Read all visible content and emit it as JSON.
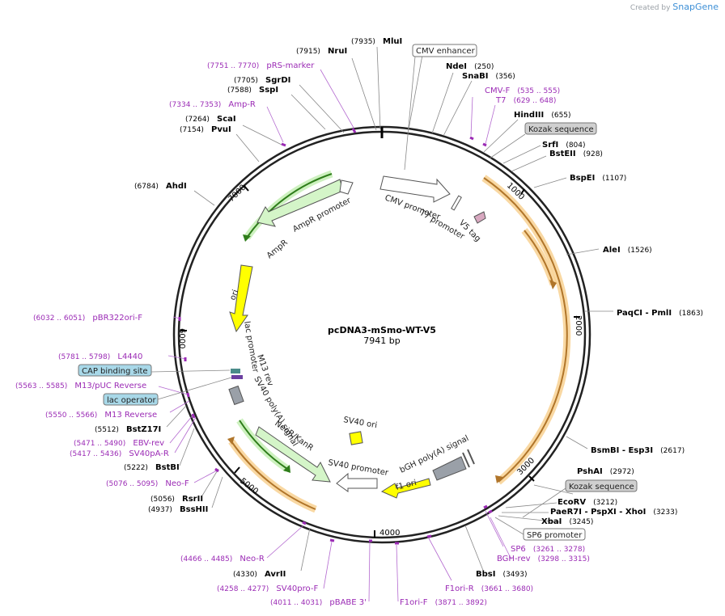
{
  "credit": {
    "prefix": "Created by",
    "brand": "SnapGene"
  },
  "plasmid": {
    "name": "pcDNA3-mSmo-WT-V5",
    "size_label": "7941 bp",
    "length": 7941
  },
  "ticks": [
    "1000",
    "2000",
    "3000",
    "4000",
    "5000",
    "6000",
    "7000"
  ],
  "enzymes": [
    {
      "name": "MluI",
      "pos": "(7935)"
    },
    {
      "name": "NruI",
      "pos": "(7915)"
    },
    {
      "name": "SgrDI",
      "pos": "(7705)"
    },
    {
      "name": "SspI",
      "pos": "(7588)"
    },
    {
      "name": "ScaI",
      "pos": "(7264)"
    },
    {
      "name": "PvuI",
      "pos": "(7154)"
    },
    {
      "name": "AhdI",
      "pos": "(6784)"
    },
    {
      "name": "NdeI",
      "pos": "(250)"
    },
    {
      "name": "SnaBI",
      "pos": "(356)"
    },
    {
      "name": "HindIII",
      "pos": "(655)"
    },
    {
      "name": "SrfI",
      "pos": "(804)"
    },
    {
      "name": "BstEII",
      "pos": "(928)"
    },
    {
      "name": "BspEI",
      "pos": "(1107)"
    },
    {
      "name": "AleI",
      "pos": "(1526)"
    },
    {
      "name": "PaqCI - PmlI",
      "pos": "(1863)"
    },
    {
      "name": "BsmBI - Esp3I",
      "pos": "(2617)"
    },
    {
      "name": "PshAI",
      "pos": "(2972)"
    },
    {
      "name": "EcoRV",
      "pos": "(3212)"
    },
    {
      "name": "PaeR7I - PspXI - XhoI",
      "pos": "(3233)"
    },
    {
      "name": "XbaI",
      "pos": "(3245)"
    },
    {
      "name": "BbsI",
      "pos": "(3493)"
    },
    {
      "name": "AvrII",
      "pos": "(4330)"
    },
    {
      "name": "BssHII",
      "pos": "(4937)"
    },
    {
      "name": "RsrII",
      "pos": "(5056)"
    },
    {
      "name": "BstBI",
      "pos": "(5222)"
    },
    {
      "name": "BstZ17I",
      "pos": "(5512)"
    }
  ],
  "primers": [
    {
      "name": "pRS-marker",
      "pos": "(7751 .. 7770)"
    },
    {
      "name": "Amp-R",
      "pos": "(7334 .. 7353)"
    },
    {
      "name": "CMV-F",
      "pos": "(535 .. 555)"
    },
    {
      "name": "T7",
      "pos": "(629 .. 648)"
    },
    {
      "name": "pBR322ori-F",
      "pos": "(6032 .. 6051)"
    },
    {
      "name": "L4440",
      "pos": "(5781 .. 5798)"
    },
    {
      "name": "M13/pUC Reverse",
      "pos": "(5563 .. 5585)"
    },
    {
      "name": "M13 Reverse",
      "pos": "(5550 .. 5566)"
    },
    {
      "name": "EBV-rev",
      "pos": "(5471 .. 5490)"
    },
    {
      "name": "SV40pA-R",
      "pos": "(5417 .. 5436)"
    },
    {
      "name": "Neo-F",
      "pos": "(5076 .. 5095)"
    },
    {
      "name": "Neo-R",
      "pos": "(4466 .. 4485)"
    },
    {
      "name": "SV40pro-F",
      "pos": "(4258 .. 4277)"
    },
    {
      "name": "pBABE 3'",
      "pos": "(4011 .. 4031)"
    },
    {
      "name": "F1ori-F",
      "pos": "(3871 .. 3892)"
    },
    {
      "name": "F1ori-R",
      "pos": "(3661 .. 3680)"
    },
    {
      "name": "SP6",
      "pos": "(3261 .. 3278)"
    },
    {
      "name": "BGH-rev",
      "pos": "(3298 .. 3315)"
    }
  ],
  "boxed_labels": [
    "CMV enhancer",
    "Kozak sequence",
    "Kozak sequence",
    "SP6 promoter",
    "CAP binding site",
    "lac operator"
  ],
  "features": [
    "CMV promoter",
    "T7 promoter",
    "V5 tag",
    "AmpR promoter",
    "AmpR",
    "ori",
    "lac promoter",
    "M13 rev",
    "SV40 poly(A) signal",
    "NeoR/KanR",
    "SV40 promoter",
    "SV40 ori",
    "f1 ori",
    "bGH poly(A) signal"
  ],
  "colors": {
    "enzyme": "#000000",
    "primer": "#9b2bb5",
    "orf_highlight": "#f5b85a",
    "orf_arrow": "#a0661c",
    "ampr": "#d4f5c8",
    "ori": "#ffff00",
    "box_fill_gray": "#d0d0d0",
    "box_fill_blue": "#a8d8e8"
  }
}
